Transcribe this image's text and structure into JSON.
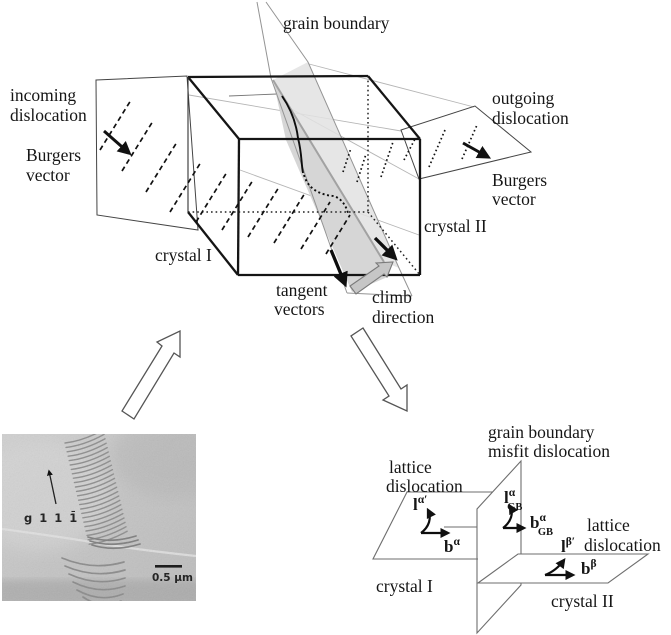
{
  "top_diagram": {
    "labels": {
      "grain_boundary": "grain boundary",
      "incoming_line1": "incoming",
      "incoming_line2": "dislocation",
      "burgers_left_line1": "Burgers",
      "burgers_left_line2": "vector",
      "outgoing_line1": "outgoing",
      "outgoing_line2": "dislocation",
      "burgers_right_line1": "Burgers",
      "burgers_right_line2": "vector",
      "crystal_1": "crystal I",
      "crystal_2": "crystal II",
      "tangent_line1": "tangent",
      "tangent_line2": "vectors",
      "climb_line1": "climb",
      "climb_line2": "direction"
    }
  },
  "micrograph": {
    "g_vector_label": "g 1 1 1̄",
    "scale_bar_label": "0.5 μm"
  },
  "bottom_diagram": {
    "labels": {
      "gb_misfit_line1": "grain boundary",
      "gb_misfit_line2": "misfit dislocation",
      "lattice_left_line1": "lattice",
      "lattice_left_line2": "dislocation",
      "lattice_right_line1": "lattice",
      "lattice_right_line2": "dislocation",
      "crystal_1": "crystal I",
      "crystal_2": "crystal II"
    },
    "vectors": {
      "l_alpha_prime": {
        "base": "l",
        "sup": "α′"
      },
      "b_alpha": {
        "base": "b",
        "sup": "α"
      },
      "l_gb": {
        "base": "l",
        "sup": "α",
        "sub": "GB"
      },
      "b_gb": {
        "base": "b",
        "sup": "α",
        "sub": "GB"
      },
      "l_beta_prime": {
        "base": "l",
        "sup": "β′"
      },
      "b_beta": {
        "base": "b",
        "sup": "β"
      }
    }
  },
  "colors": {
    "gb_shade": "#d6d6d6",
    "gb_shade_light": "#e2e2e2",
    "thin_line": "#8f8f8f",
    "climb_arrow_fill": "#c6c6c6",
    "micrograph_bg": "#c6c6c6",
    "ink": "#161616"
  }
}
